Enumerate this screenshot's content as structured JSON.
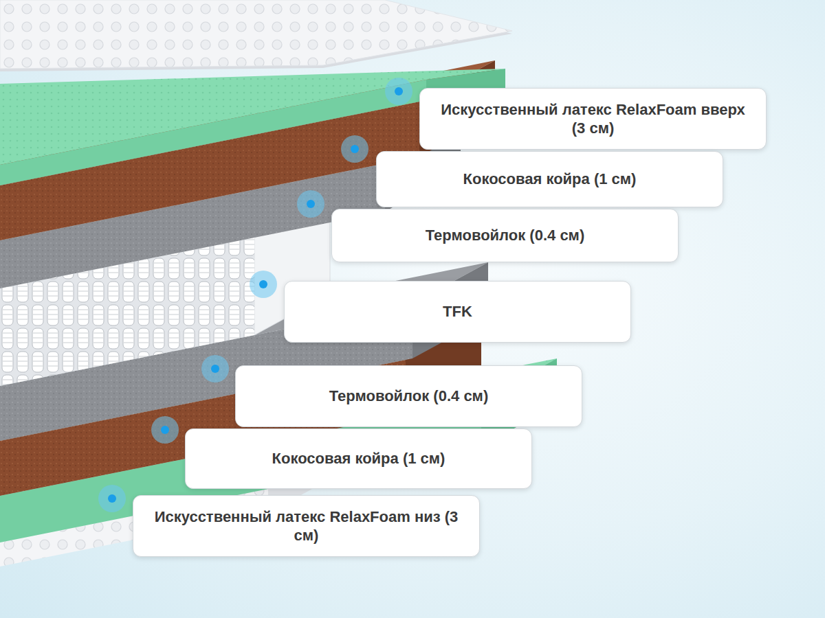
{
  "diagram": {
    "nodes": [
      {
        "text": [
          "Искусственный латекс RelaxFoam вверх (3 см)"
        ]
      },
      {
        "text": [
          "Кокосовая койра (1 см)"
        ]
      },
      {
        "text": [
          "Термовойлок (0.4 см)"
        ]
      },
      {
        "text": [
          "TFK"
        ]
      },
      {
        "text": [
          "Термовойлок (0.4 см)"
        ]
      },
      {
        "text": [
          "Кокосовая койра (1 см)"
        ]
      },
      {
        "text": [
          "Искусственный латекс RelaxFoam низ (3 см)"
        ]
      }
    ]
  }
}
